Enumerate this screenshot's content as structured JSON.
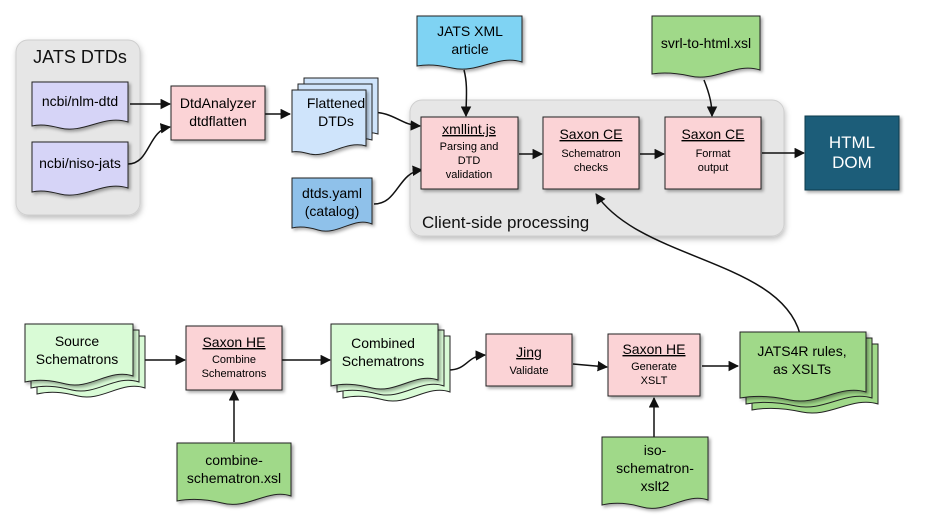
{
  "groups": {
    "jats_dtds": "JATS DTDs",
    "client_side": "Client-side processing"
  },
  "nodes": {
    "nlm_dtd": "ncbi/nlm-dtd",
    "niso_jats": "ncbi/niso-jats",
    "dtdanalyzer_l1": "DtdAnalyzer",
    "dtdanalyzer_l2": "dtdflatten",
    "flattened_l1": "Flattened",
    "flattened_l2": "DTDs",
    "jats_article_l1": "JATS XML",
    "jats_article_l2": "article",
    "dtds_yaml_l1": "dtds.yaml",
    "dtds_yaml_l2": "(catalog)",
    "xmllint_title": "xmllint.js",
    "xmllint_l1": "Parsing and",
    "xmllint_l2": "DTD",
    "xmllint_l3": "validation",
    "saxon_ce1_title": "Saxon CE",
    "saxon_ce1_l1": "Schematron",
    "saxon_ce1_l2": "checks",
    "svrl_xsl": "svrl-to-html.xsl",
    "saxon_ce2_title": "Saxon CE",
    "saxon_ce2_l1": "Format",
    "saxon_ce2_l2": "output",
    "html_dom_l1": "HTML",
    "html_dom_l2": "DOM",
    "source_sch_l1": "Source",
    "source_sch_l2": "Schematrons",
    "saxon_he1_title": "Saxon HE",
    "saxon_he1_l1": "Combine",
    "saxon_he1_l2": "Schematrons",
    "combine_xsl_l1": "combine-",
    "combine_xsl_l2": "schematron.xsl",
    "combined_sch_l1": "Combined",
    "combined_sch_l2": "Schematrons",
    "jing_title": "Jing",
    "jing_l1": "Validate",
    "saxon_he2_title": "Saxon HE",
    "saxon_he2_l1": "Generate",
    "saxon_he2_l2": "XSLT",
    "iso_sch_l1": "iso-",
    "iso_sch_l2": "schematron-",
    "iso_sch_l3": "xslt2",
    "jats4r_l1": "JATS4R rules,",
    "jats4r_l2": "as XSLTs"
  },
  "colors": {
    "doc_purple": "#d6d4f7",
    "process_pink": "#fbd3d6",
    "doc_blue_light": "#cfe4fb",
    "doc_cyan": "#7fd3f3",
    "doc_yaml_blue": "#8fc1ea",
    "doc_green_light": "#d9fbd6",
    "doc_green": "#a0d989",
    "html_dom_teal": "#1d5d79",
    "group_gray": "#e6e6e6"
  }
}
